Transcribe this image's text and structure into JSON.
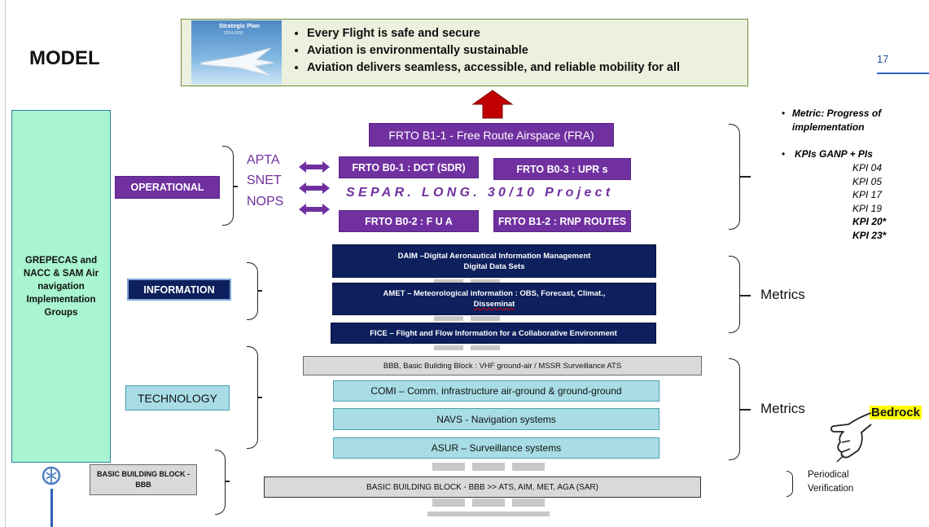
{
  "title": "MODEL",
  "slide_number": "17",
  "strategic_plan": {
    "thumb_title": "Strategic Plan",
    "thumb_years": "2024-2050",
    "goals": [
      "Every Flight is safe and secure",
      "Aviation is environmentally sustainable",
      "Aviation delivers seamless, accessible, and reliable mobility for all"
    ]
  },
  "left_panel": "GREPECAS and NACC & SAM Air navigation Implementation Groups",
  "layers": {
    "operational": "OPERATIONAL",
    "information": "INFORMATION",
    "technology": "TECHNOLOGY",
    "bbb": "BASIC BUILDING BLOCK - BBB"
  },
  "groups": [
    "APTA",
    "SNET",
    "NOPS"
  ],
  "operational_boxes": {
    "fra": "FRTO B1-1 - Free Route Airspace (FRA)",
    "dct": "FRTO B0-1 : DCT (SDR)",
    "upr": "FRTO B0-3 : UPR s",
    "separ": "SEPAR. LONG. 30/10 Project",
    "fua": "FRTO B0-2 : F U A",
    "rnp": "FRTO B1-2 : RNP ROUTES"
  },
  "information_boxes": {
    "daim_line1": "DAIM –Digital Aeronautical Information Management",
    "daim_line2": "Digital Data Sets",
    "amet_line1": "AMET – Meteorological information : OBS, Forecast, Climat.,",
    "amet_line2": "Disseminat",
    "fice": "FICE – Flight and Flow Information for a Collaborative Environment"
  },
  "technology_boxes": {
    "bbb_vhf": "BBB, Basic Building Block : VHF ground-air / MSSR Surveillance ATS",
    "comi": "COMI – Comm. infrastructure air-ground & ground-ground",
    "navs": "NAVS - Navigation systems",
    "asur": "ASUR – Surveillance systems"
  },
  "bbb_bar": "BASIC BUILDING BLOCK - BBB >> ATS, AIM, MET, AGA (SAR)",
  "right": {
    "metric_progress": "Metric: Progress of implementation",
    "kpis_title": "KPIs GANP + PIs",
    "kpis": [
      "KPI 04",
      "KPI 05",
      "KPI 17",
      "KPI 19",
      "KPI 20*",
      "KPI 23*"
    ],
    "metrics_info": "Metrics",
    "metrics_tech": "Metrics",
    "bedrock": "Bedrock",
    "periodical_line1": "Periodical",
    "periodical_line2": "Verification"
  },
  "colors": {
    "purple": "#7030a0",
    "navy": "#0d1f5c",
    "teal": "#a8dde6",
    "mint": "#a8f5d0",
    "goals_bg": "#ebf1de",
    "arrow_red": "#c00000",
    "bedrock_highlight": "#ffff00"
  }
}
